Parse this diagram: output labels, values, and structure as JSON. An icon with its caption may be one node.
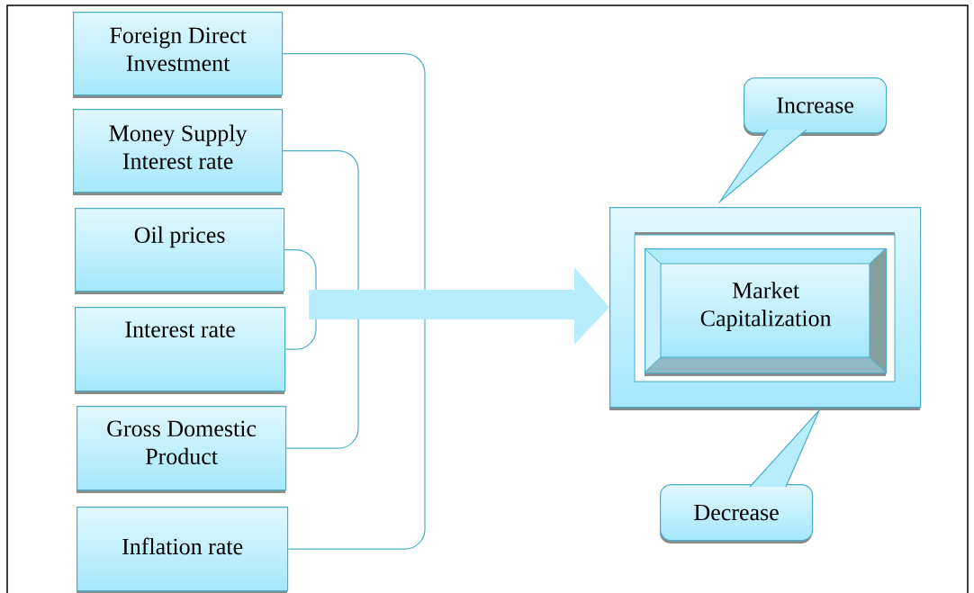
{
  "diagram": {
    "nodes": [
      {
        "text": [
          "Foreign Direct Investment"
        ]
      },
      {
        "text": [
          "Money Supply Interest rate"
        ]
      },
      {
        "text": [
          "Oil prices"
        ]
      },
      {
        "text": [
          "Interest rate"
        ]
      },
      {
        "text": [
          "Gross Domestic Product"
        ]
      },
      {
        "text": [
          "Inflation rate"
        ]
      },
      {
        "text": [],
        "shape": "box"
      },
      {
        "text": [
          "Market Capitalization"
        ],
        "in": 6
      },
      {
        "text": [
          "Increase"
        ]
      },
      {
        "text": [
          "Decrease"
        ]
      }
    ],
    "edges": [
      {
        "from": 0,
        "to": 5,
        "arrow": "none"
      },
      {
        "from": 1,
        "to": 4,
        "arrow": "none"
      },
      {
        "from": 2,
        "to": 3,
        "arrow": "none"
      },
      {
        "from": null,
        "to": 6,
        "arrow": "to",
        "style": "thick"
      }
    ]
  }
}
